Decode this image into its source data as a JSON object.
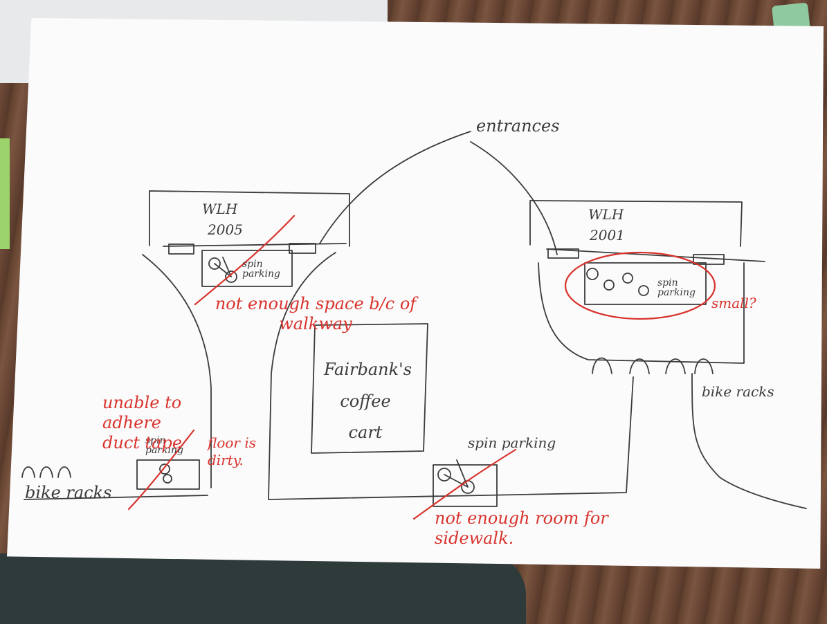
{
  "colors": {
    "pencil": "#3b3b3b",
    "red_ink": "#d8332c",
    "paper": "#fbfbfc",
    "table": "#6b4a35"
  },
  "labels": {
    "entrances": "entrances",
    "wlh_left": "WLH",
    "room_left": "2005",
    "wlh_right": "WLH",
    "room_right": "2001",
    "spin_parking_top_left": "spin parking",
    "spin_parking_right": "spin parking",
    "spin_parking_bottom_left": "spin parking",
    "spin_parking_bottom_center": "spin parking",
    "coffee_cart": "Fairbank's coffee cart",
    "bike_racks_left": "bike racks",
    "bike_racks_right": "bike racks"
  },
  "annotations": {
    "not_enough_space": "not enough space b/c of walkway",
    "small": "small?",
    "unable_duct_tape": "unable to adhere duct tape",
    "floor_dirty": "floor is dirty.",
    "not_enough_room": "not enough room for sidewalk."
  }
}
